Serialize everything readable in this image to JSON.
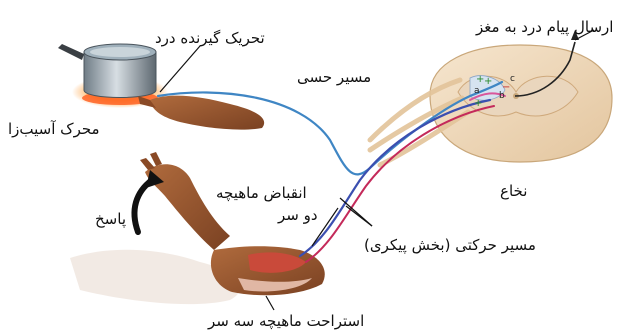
{
  "labels": {
    "stimulus_receptor": "تحریک گیرنده درد",
    "harmful_stimulus": "محرک آسیب‌زا",
    "sensory_pathway": "مسیر حسی",
    "send_pain_message": "ارسال پیام درد به مغز",
    "spinal_cord": "نخاع",
    "biceps_contraction_line1": "انقباض ماهیچه",
    "biceps_contraction_line2": "دو سر",
    "response": "پاسخ",
    "motor_pathway": "مسیر حرکتی (بخش پیکری)",
    "triceps_relaxation": "استراحت ماهیچه سه سر"
  },
  "cord_markers": {
    "a": "a",
    "b": "b",
    "c": "c",
    "plus_1": "+",
    "plus_2": "+",
    "minus_1": "−",
    "plus_3": "+"
  },
  "colors": {
    "sensory_nerve": "#3f86c4",
    "motor_nerve_blue": "#3b4fb0",
    "motor_nerve_red": "#c42a5a",
    "interneuron_pink": "#d9569b",
    "nerve_fibers": "#e8c9a0",
    "skin": "#9a5a34",
    "burner_glow": "#ff6b1a",
    "muscle": "#c94a3a"
  }
}
